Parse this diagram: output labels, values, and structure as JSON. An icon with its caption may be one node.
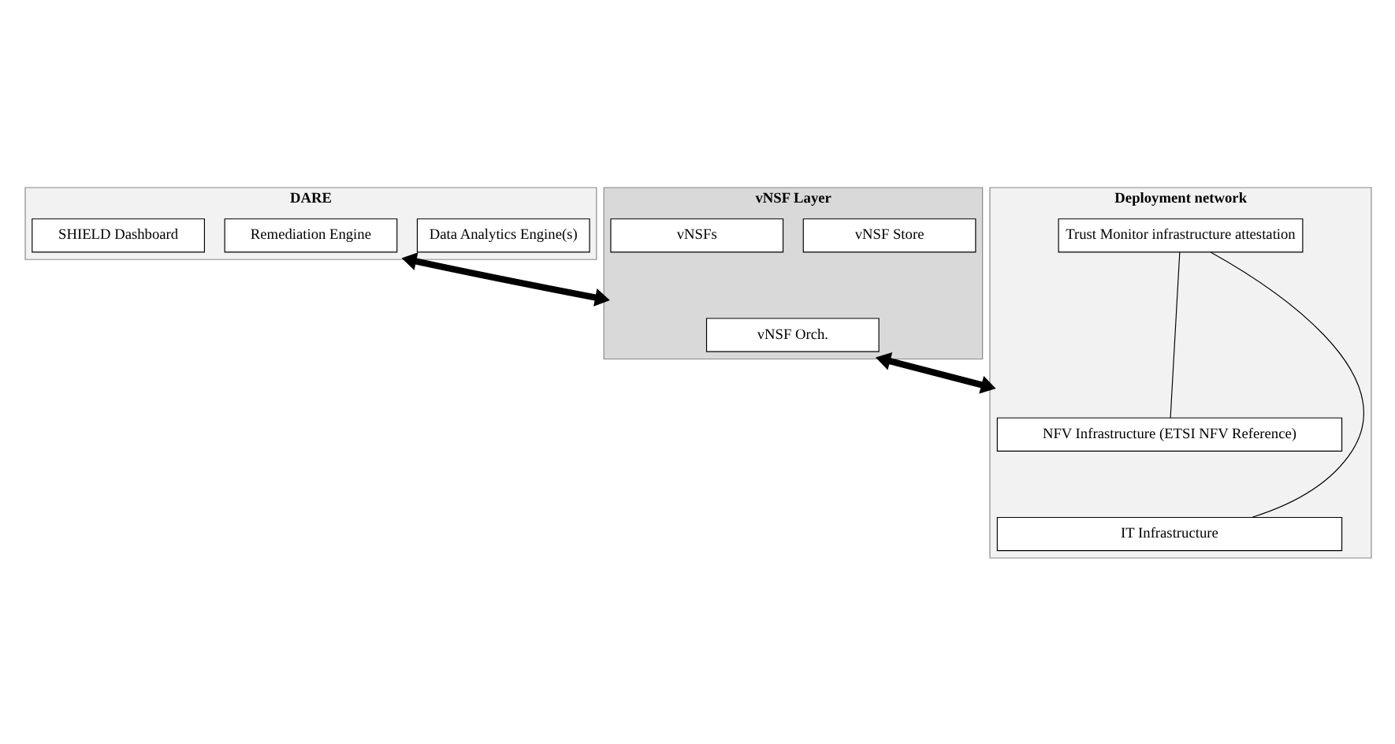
{
  "diagram": {
    "nodes": [
      {
        "text": [
          "DARE"
        ]
      },
      {
        "text": [
          "Data Analytics Engine(s)"
        ],
        "in": 0
      },
      {
        "text": [
          "Remediation Engine"
        ],
        "in": 0
      },
      {
        "text": [
          "SHIELD Dashboard"
        ],
        "in": 0
      },
      {
        "text": [
          "vNSF Layer"
        ]
      },
      {
        "text": [
          "vNSF Store"
        ],
        "in": 4
      },
      {
        "text": [
          "vNSF Orch."
        ],
        "in": 4
      },
      {
        "text": [
          "vNSFs"
        ],
        "in": 4
      },
      {
        "text": [
          "Deployment network"
        ]
      },
      {
        "text": [
          "NFV Infrastructure (ETSI NFV Reference)"
        ],
        "in": 8
      },
      {
        "text": [
          "IT Infrastructure"
        ],
        "in": 8
      },
      {
        "text": [
          "Trust Monitor infrastructure attestation"
        ],
        "in": 8
      }
    ],
    "edges": [
      {
        "from": 0,
        "to": 4,
        "arrow": "both",
        "style": "thick"
      },
      {
        "from": 4,
        "to": 8,
        "arrow": "both",
        "style": "thick"
      },
      {
        "from": 9,
        "to": 11,
        "arrow": "none"
      },
      {
        "from": 10,
        "to": 11,
        "arrow": "none"
      }
    ]
  }
}
